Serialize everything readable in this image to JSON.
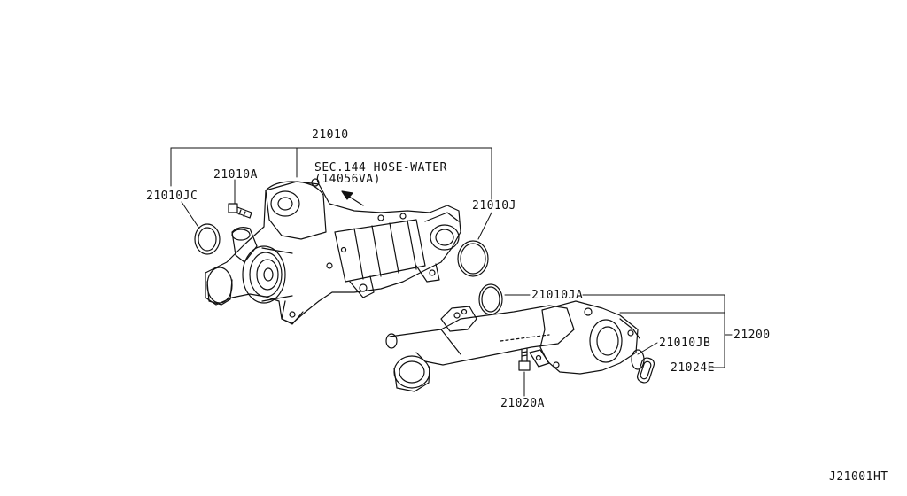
{
  "diagram_id": "J21001HT",
  "labels": {
    "p21010": "21010",
    "p21010A": "21010A",
    "p21010JC": "21010JC",
    "p21010J": "21010J",
    "p21010JA": "21010JA",
    "p21010JB": "21010JB",
    "p21024E": "21024E",
    "p21020A": "21020A",
    "p21200": "21200"
  },
  "note": {
    "line1": "SEC.144 HOSE-WATER",
    "line2": "(14056VA)"
  }
}
